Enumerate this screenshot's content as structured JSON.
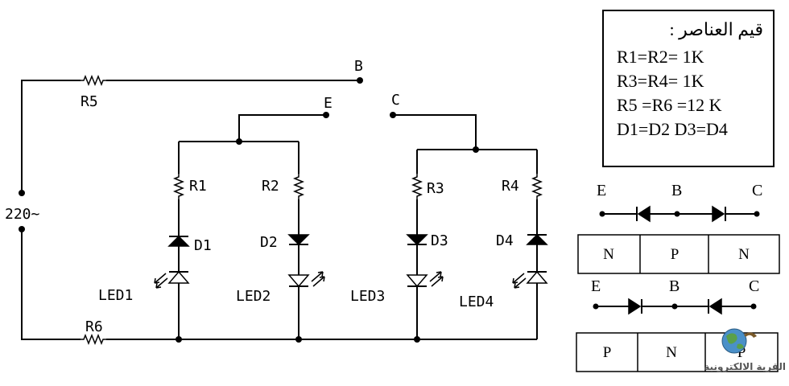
{
  "labels": {
    "source": "220~",
    "nodes": {
      "b": "B",
      "e": "E",
      "c": "C"
    },
    "resistors": {
      "r1": "R1",
      "r2": "R2",
      "r3": "R3",
      "r4": "R4",
      "r5": "R5",
      "r6": "R6"
    },
    "diodes": {
      "d1": "D1",
      "d2": "D2",
      "d3": "D3",
      "d4": "D4"
    },
    "leds": {
      "led1": "LED1",
      "led2": "LED2",
      "led3": "LED3",
      "led4": "LED4"
    }
  },
  "values_box": {
    "title": "قيم العناصر :",
    "lines": [
      "R1=R2= 1K",
      "R3=R4= 1K",
      "R5 =R6 =12 K",
      "D1=D2 D3=D4"
    ]
  },
  "npn": {
    "terminals": [
      "E",
      "B",
      "C"
    ],
    "layers": [
      "N",
      "P",
      "N"
    ]
  },
  "pnp": {
    "terminals": [
      "E",
      "B",
      "C"
    ],
    "layers": [
      "P",
      "N",
      "P"
    ]
  },
  "watermark": {
    "text": "القرية الالكترونية",
    "icon": "globe-logo-icon"
  }
}
